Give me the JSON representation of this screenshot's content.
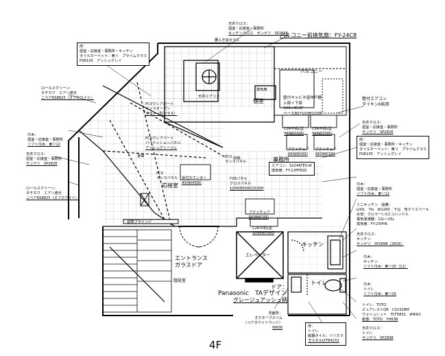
{
  "floor_label": "4F",
  "rooms": {
    "private_room": "個室",
    "balcony": "バルコニー",
    "office": "事務所",
    "reception": "応接室",
    "kitchen": "キッチン",
    "toilet": "トイレ",
    "stairs": "階段室",
    "elevator": "エレベーター"
  },
  "callouts": {
    "top_ceiling": [
      "天井クロス：",
      "個室・応接室・事務所",
      "キッチンクロス　サンゲツ　SP2826"
    ],
    "balcony_fan": "バルコニー前換気扇：FY-24C8",
    "top_left_floor": [
      "床：",
      "個室・応接室・事務所・キッチン",
      "タイルカーペット：東リ　プライムクラス",
      "PSR105　アッシュグレイ"
    ],
    "roll_screen_top": [
      "ロールスクリーン：",
      "タチカワ　エアリ遮光",
      "ニベアRS8825（オフホワイト）"
    ],
    "left_baseboard": [
      "巾木：",
      "個室・応接室・事務所",
      "ソフト巾木：東リ12"
    ],
    "left_ceiling": [
      "天井クロス：",
      "個室・応接室・事務所",
      "サンゲツ　SP2826"
    ],
    "roll_screen_left": [
      "ロールスクリーン：",
      "タチカワ　エアリ遮光",
      "ニベアRS8825（オフホワイト）"
    ],
    "wall_aircon": [
      "壁付エアコン",
      "ダイキン6帖用"
    ],
    "right_ceiling": [
      "天井クロス：",
      "個室・応接室・事務所",
      "サンゲツ　SP2826"
    ],
    "right_floor": [
      "床：",
      "個室・応接室・事務所・キッチン",
      "タイルカーペット：東リ　プライムクラス",
      "PSR105　アッシュグレイ"
    ],
    "right_baseboard": [
      "巾木：",
      "個室・応接室・事務所",
      "ソフト巾木：東リ12"
    ],
    "mini_kitchen": [
      "ミニキッチン　設備：",
      "LIXIL　Tio　W1200　下台　色クリエベール",
      "水栓：クロマーレSエコハンドル",
      "電気湯沸器：12L～25L",
      "換気扇：FY-25PH6"
    ],
    "kitchen_ceiling": [
      "天井クロス：",
      "キッチン",
      "サンゲツ　SP2898（2826）"
    ],
    "kitchen_baseboard": [
      "巾木：",
      "キッチン",
      "ソフト巾木：東リ25（12）"
    ],
    "toilet_baseboard": [
      "巾木：",
      "トイレ",
      "ソフト巾木：東リ25"
    ],
    "toilet_fixtures": [
      "トイレ：TOTO",
      "ピュアレストQR　CS232BM",
      "ウォシュレット　TCF5831　#NW1",
      "紙巻：TOTO　YH63B"
    ],
    "toilet_ceiling": [
      "天井クロス：",
      "トイレ",
      "サンゲツ　SP2898"
    ],
    "toilet_floor": [
      "床：",
      "トイレ",
      "磁器タイル：リリカラ",
      "モルタルLYT84151"
    ],
    "washbasin": [
      "洗面所：",
      "オクターブスリム",
      "（ペアホワイトウッド）",
      "W600"
    ],
    "entrance": [
      "エントランス",
      "ガラスドア"
    ],
    "door": [
      "ドア：",
      "Panasonic　TAデザイン",
      "グレージュアッシュ柄"
    ]
  },
  "equipment": {
    "balcony_window": "腰入き窓ガラス",
    "ventilation": "換気扇",
    "built_in": "天井エアコン",
    "ecocute": [
      "壁付キャビネ造作戸棚",
      "上部＋下部",
      "900×450P",
      "ベース807103B103B"
    ],
    "pcv1": [
      "PCVクレアパート",
      "ランマオープン",
      "ガラス（型ガラス）"
    ],
    "pcv2": [
      "PCVクレアパート",
      "パーティションパネル",
      "アッシュグレージュ"
    ],
    "pcv3": [
      "PCV",
      "ランマパネル"
    ],
    "pcv4": [
      "PCV",
      "ランマパネル"
    ],
    "desk_l": [
      "C2R平机L型",
      "999W700D"
    ],
    "desk_r": [
      "C2R平机L型",
      "999W700D"
    ],
    "armchair_l": [
      "アクトチェア",
      "660W630D"
    ],
    "armchair_r": [
      "アクトチェア",
      "660W630D"
    ],
    "aircon": [
      "エアコン：S224ATES-W",
      "換気扇：FY-12PF8SD"
    ],
    "fzr": [
      "FZRパネル",
      "クロスパネル",
      "1200W500D1535H"
    ],
    "counter": [
      "受付カウンター",
      "900W450D"
    ],
    "armchair_c": [
      "アクトチェア",
      "660W630D"
    ],
    "desk_c": [
      "C2R平机L型",
      "1099W700D"
    ],
    "window_tag": "窓際ブラインド",
    "cabinet": "書庫",
    "cabinet2": "収納"
  }
}
